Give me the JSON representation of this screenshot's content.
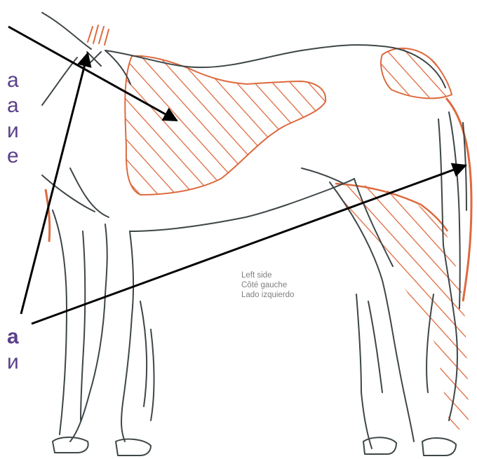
{
  "side_fragments": {
    "top": [
      "а",
      "а",
      "и",
      "е"
    ],
    "bottom_bold": "а",
    "bottom": "и"
  },
  "caption": {
    "english": "Left side",
    "french": "Côté gauche",
    "spanish": "Lado izquierdo"
  },
  "colors": {
    "text": "#5a3f8a",
    "outline": "#3e4648",
    "hatch": "#dd6a3e",
    "arrow": "#000000",
    "caption": "#808080"
  }
}
